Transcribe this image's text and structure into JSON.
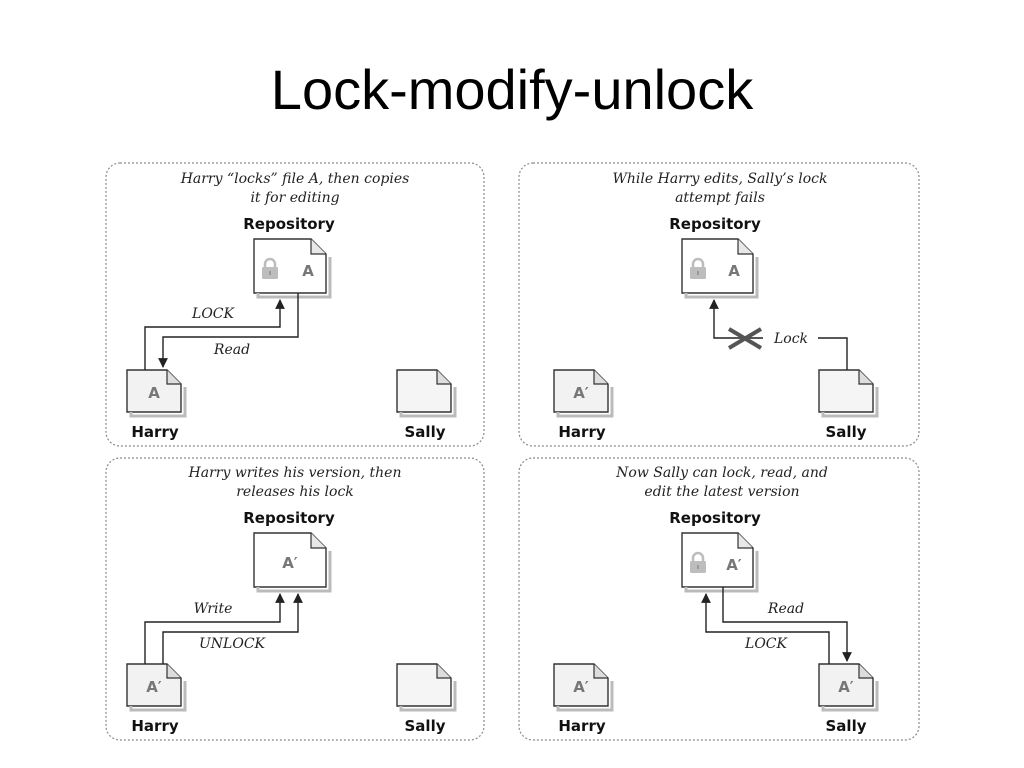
{
  "title": "Lock-modify-unlock",
  "panels": [
    {
      "caption_lines": [
        "Harry “locks” file A, then copies",
        "it for editing"
      ],
      "repository_label": "Repository",
      "repository_file": "A",
      "harry_label": "Harry",
      "harry_file": "A",
      "sally_label": "Sally",
      "sally_file": "",
      "edge_labels": [
        "LOCK",
        "Read"
      ]
    },
    {
      "caption_lines": [
        "While Harry edits, Sally’s lock",
        "attempt fails"
      ],
      "repository_label": "Repository",
      "repository_file": "A",
      "harry_label": "Harry",
      "harry_file": "A′",
      "sally_label": "Sally",
      "sally_file": "",
      "edge_labels": [
        "Lock"
      ]
    },
    {
      "caption_lines": [
        "Harry writes his version, then",
        "releases his lock"
      ],
      "repository_label": "Repository",
      "repository_file": "A′",
      "harry_label": "Harry",
      "harry_file": "A′",
      "sally_label": "Sally",
      "sally_file": "",
      "edge_labels": [
        "Write",
        "UNLOCK"
      ]
    },
    {
      "caption_lines": [
        "Now Sally can lock, read, and",
        "edit the latest version"
      ],
      "repository_label": "Repository",
      "repository_file": "A′",
      "harry_label": "Harry",
      "harry_file": "A′",
      "sally_label": "Sally",
      "sally_file": "A′",
      "edge_labels": [
        "Read",
        "LOCK"
      ]
    }
  ]
}
